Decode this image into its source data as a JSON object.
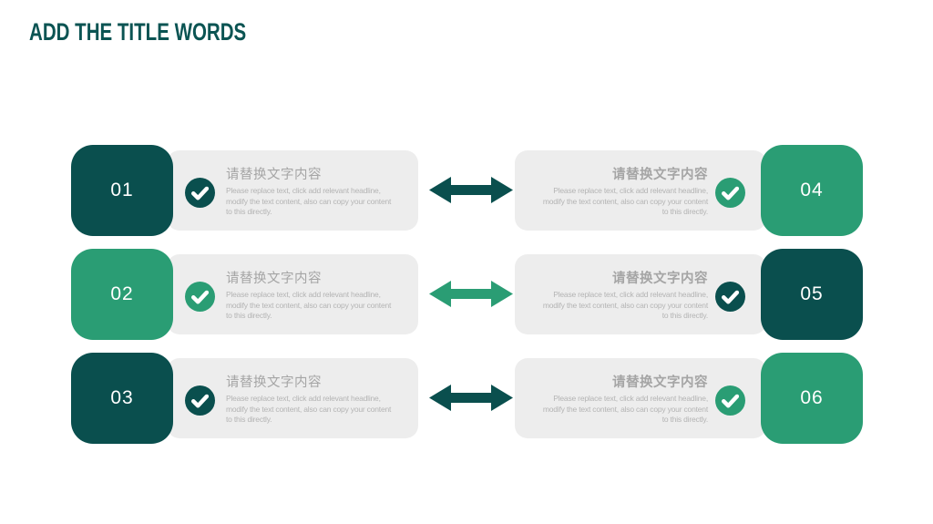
{
  "slide": {
    "title": "ADD THE TITLE WORDS"
  },
  "colors": {
    "title": "#0b5453",
    "teal": "#0a4f4e",
    "green": "#2a9d74",
    "card_bg": "#ededed",
    "heading_text": "#a5a5a5",
    "body_text": "#b4b4b4",
    "number_text": "#ffffff"
  },
  "cards": [
    {
      "number": "01",
      "theme": "teal",
      "side": "left",
      "heading": "请替换文字内容",
      "body_lines": [
        "Please replace text, click add relevant headline,",
        "modify the text content, also can copy your content",
        "to this directly."
      ]
    },
    {
      "number": "02",
      "theme": "green",
      "side": "left",
      "heading": "请替换文字内容",
      "body_lines": [
        "Please replace text, click add relevant headline,",
        "modify the text content, also can copy your content",
        "to this directly."
      ]
    },
    {
      "number": "03",
      "theme": "teal",
      "side": "left",
      "heading": "请替换文字内容",
      "body_lines": [
        "Please replace text, click add relevant headline,",
        "modify the text content, also can copy your content",
        "to this directly."
      ]
    },
    {
      "number": "04",
      "theme": "green",
      "side": "right",
      "heading": "请替换文字内容",
      "body_lines": [
        "Please replace text, click add relevant headline,",
        "modify the text content, also can copy your content",
        "to this directly."
      ]
    },
    {
      "number": "05",
      "theme": "teal",
      "side": "right",
      "heading": "请替换文字内容",
      "body_lines": [
        "Please replace text, click add relevant headline,",
        "modify the text content, also can copy your content",
        "to this directly."
      ]
    },
    {
      "number": "06",
      "theme": "green",
      "side": "right",
      "heading": "请替换文字内容",
      "body_lines": [
        "Please replace text, click add relevant headline,",
        "modify the text content, also can copy your content",
        "to this directly."
      ]
    }
  ],
  "arrows": [
    {
      "theme": "teal"
    },
    {
      "theme": "green"
    },
    {
      "theme": "teal"
    }
  ]
}
